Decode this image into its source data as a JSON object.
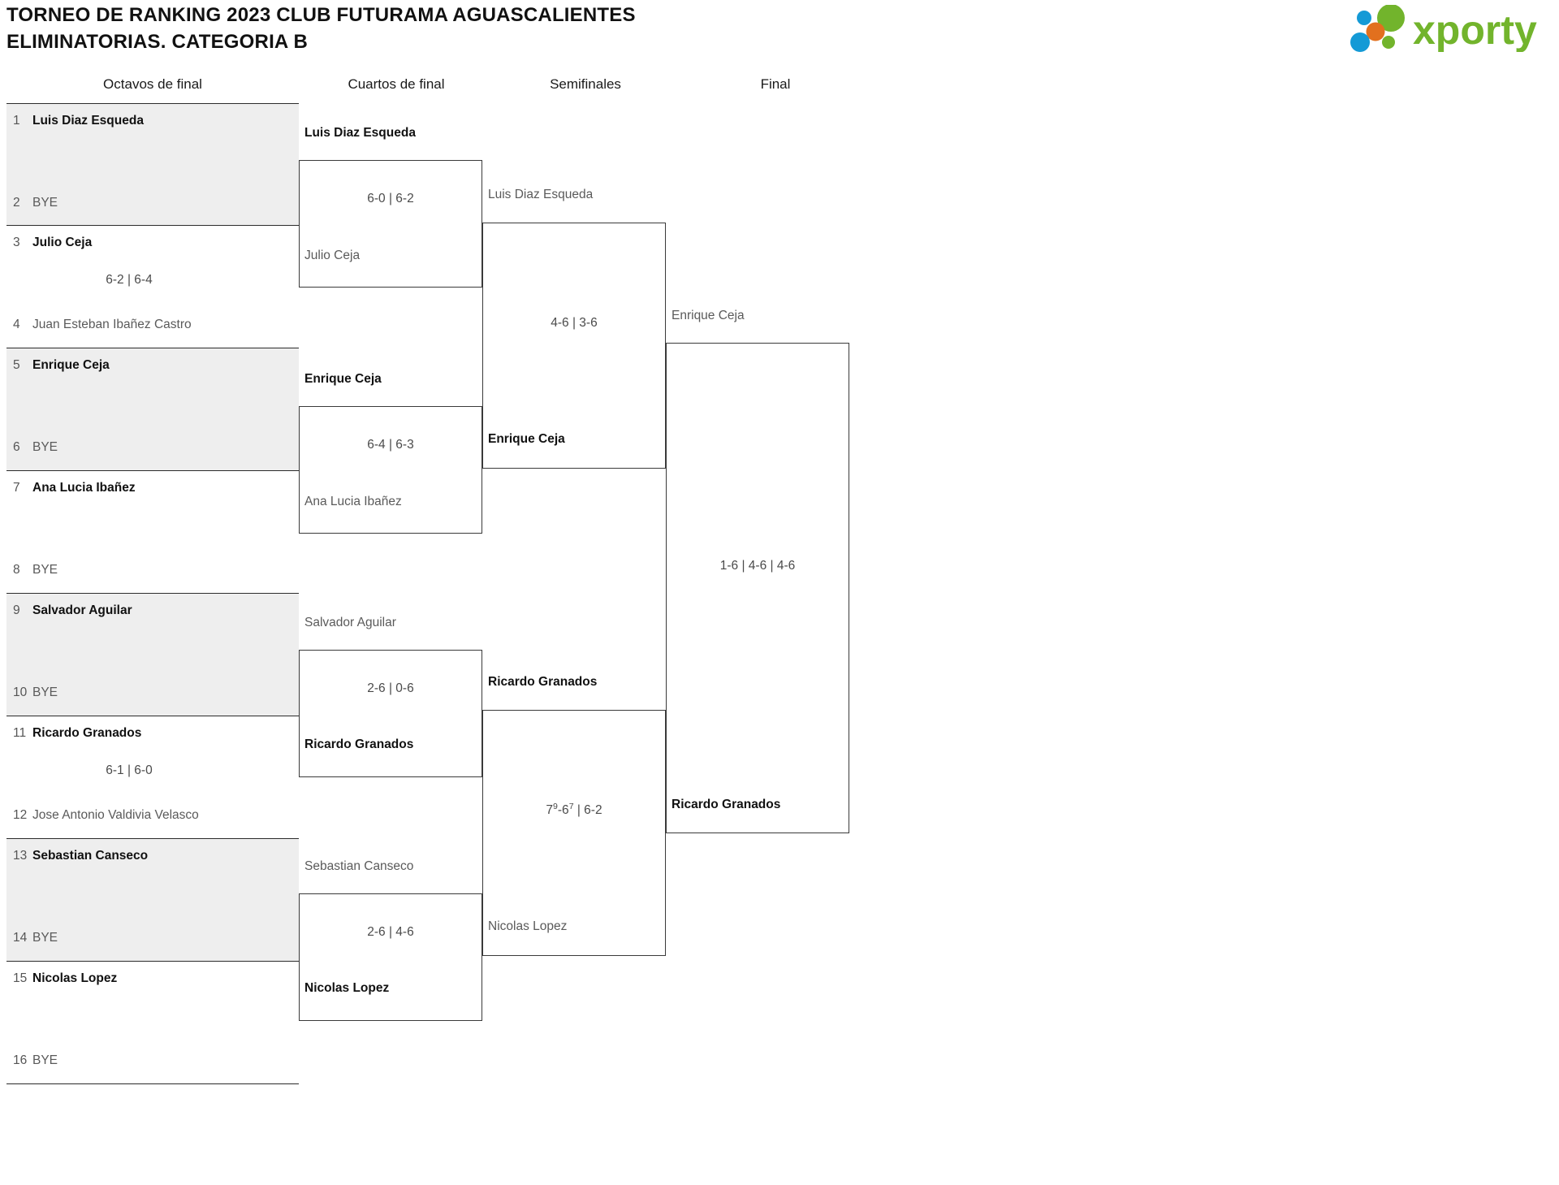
{
  "header": {
    "title_line1": "TORNEO DE RANKING 2023 CLUB FUTURAMA AGUASCALIENTES",
    "title_line2": "ELIMINATORIAS. CATEGORIA B",
    "logo_text": "xporty",
    "logo_colors": {
      "green": "#72b42c",
      "blue": "#149ad6",
      "orange": "#e2701e"
    }
  },
  "rounds": [
    {
      "label": "Octavos de final"
    },
    {
      "label": "Cuartos de final"
    },
    {
      "label": "Semifinales"
    },
    {
      "label": "Final"
    }
  ],
  "round1": {
    "matches": [
      {
        "shade": "shade",
        "top": {
          "seed": "1",
          "name": "Luis Diaz Esqueda",
          "result": "win"
        },
        "bottom": {
          "seed": "2",
          "name": "BYE",
          "result": "lose"
        },
        "score": ""
      },
      {
        "shade": "plain",
        "top": {
          "seed": "3",
          "name": "Julio Ceja",
          "result": "win"
        },
        "bottom": {
          "seed": "4",
          "name": "Juan Esteban Ibañez Castro",
          "result": "lose"
        },
        "score": "6-2 | 6-4"
      },
      {
        "shade": "shade",
        "top": {
          "seed": "5",
          "name": "Enrique Ceja",
          "result": "win"
        },
        "bottom": {
          "seed": "6",
          "name": "BYE",
          "result": "lose"
        },
        "score": ""
      },
      {
        "shade": "plain",
        "top": {
          "seed": "7",
          "name": "Ana Lucia Ibañez",
          "result": "win"
        },
        "bottom": {
          "seed": "8",
          "name": "BYE",
          "result": "lose"
        },
        "score": ""
      },
      {
        "shade": "shade",
        "top": {
          "seed": "9",
          "name": "Salvador Aguilar",
          "result": "win"
        },
        "bottom": {
          "seed": "10",
          "name": "BYE",
          "result": "lose"
        },
        "score": ""
      },
      {
        "shade": "plain",
        "top": {
          "seed": "11",
          "name": "Ricardo Granados",
          "result": "win"
        },
        "bottom": {
          "seed": "12",
          "name": "Jose Antonio Valdivia Velasco",
          "result": "lose"
        },
        "score": "6-1 | 6-0"
      },
      {
        "shade": "shade",
        "top": {
          "seed": "13",
          "name": "Sebastian Canseco",
          "result": "win"
        },
        "bottom": {
          "seed": "14",
          "name": "BYE",
          "result": "lose"
        },
        "score": ""
      },
      {
        "shade": "plain",
        "top": {
          "seed": "15",
          "name": "Nicolas Lopez",
          "result": "win"
        },
        "bottom": {
          "seed": "16",
          "name": "BYE",
          "result": "lose"
        },
        "score": ""
      }
    ]
  },
  "round2": {
    "matches": [
      {
        "upper": {
          "name": "Luis Diaz Esqueda",
          "result": "win"
        },
        "lower": {
          "name": "Julio Ceja",
          "result": "lose"
        },
        "score": "6-0 | 6-2"
      },
      {
        "upper": {
          "name": "Enrique Ceja",
          "result": "win"
        },
        "lower": {
          "name": "Ana Lucia Ibañez",
          "result": "lose"
        },
        "score": "6-4 | 6-3"
      },
      {
        "upper": {
          "name": "Salvador Aguilar",
          "result": "lose"
        },
        "lower": {
          "name": "Ricardo Granados",
          "result": "win"
        },
        "score": "2-6 | 0-6"
      },
      {
        "upper": {
          "name": "Sebastian Canseco",
          "result": "lose"
        },
        "lower": {
          "name": "Nicolas Lopez",
          "result": "win"
        },
        "score": "2-6 | 4-6"
      }
    ]
  },
  "round3": {
    "matches": [
      {
        "upper": {
          "name": "Luis Diaz Esqueda",
          "result": "lose"
        },
        "lower": {
          "name": "Enrique Ceja",
          "result": "win"
        },
        "score": "4-6 | 3-6"
      },
      {
        "upper": {
          "name": "Ricardo Granados",
          "result": "win"
        },
        "lower": {
          "name": "Nicolas Lopez",
          "result": "lose"
        },
        "score_html": "7<sup>9</sup>-6<sup>7</sup> | 6-2",
        "score": "79-67 | 6-2"
      }
    ]
  },
  "round4": {
    "matches": [
      {
        "upper": {
          "name": "Enrique Ceja",
          "result": "lose"
        },
        "lower": {
          "name": "Ricardo Granados",
          "result": "win"
        },
        "score": "1-6 | 4-6 | 4-6"
      }
    ]
  },
  "chart_data": {
    "type": "table",
    "title": "TORNEO DE RANKING 2023 CLUB FUTURAMA AGUASCALIENTES ELIMINATORIAS. CATEGORIA B",
    "bracket_size": 16,
    "rounds": [
      "Octavos de final",
      "Cuartos de final",
      "Semifinales",
      "Final"
    ],
    "champion": "Ricardo Granados",
    "runner_up": "Enrique Ceja"
  }
}
